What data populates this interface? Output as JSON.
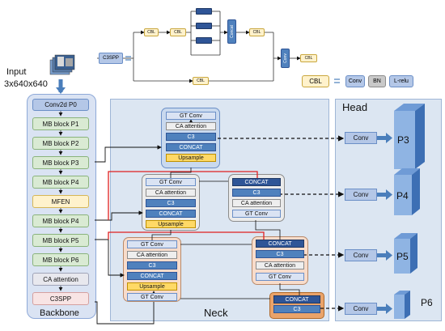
{
  "input": {
    "title": "Input",
    "size": "3x640x640"
  },
  "c3spp_diagram": {
    "label": "C3SPP",
    "cbl": "CBL",
    "concat_vertical": "Concat",
    "conv_vertical": "Conv"
  },
  "legend": {
    "cbl": "CBL",
    "conv": "Conv",
    "bn": "BN",
    "relu": "L-relu"
  },
  "backbone": {
    "title": "Backbone",
    "blocks": [
      "Conv2d   P0",
      "MB block   P1",
      "MB block   P2",
      "MB block   P3",
      "MB block   P4",
      "MFEN",
      "MB block   P4",
      "MB block   P5",
      "MB block   P6",
      "CA attention",
      "C3SPP"
    ]
  },
  "neck": {
    "title": "Neck",
    "nodes": {
      "gt_conv": "GT Conv",
      "ca_attention": "CA attention",
      "c3": "C3",
      "concat": "CONCAT",
      "upsample": "Upsample"
    }
  },
  "head": {
    "title": "Head",
    "conv": "Conv",
    "outputs": [
      "P3",
      "P4",
      "P5",
      "P6"
    ]
  },
  "colors": {
    "backbone_bg": "#dae3f3",
    "neck_bg": "#dce6f2",
    "head_bg": "#dce6f2",
    "red_line": "#e02020"
  }
}
